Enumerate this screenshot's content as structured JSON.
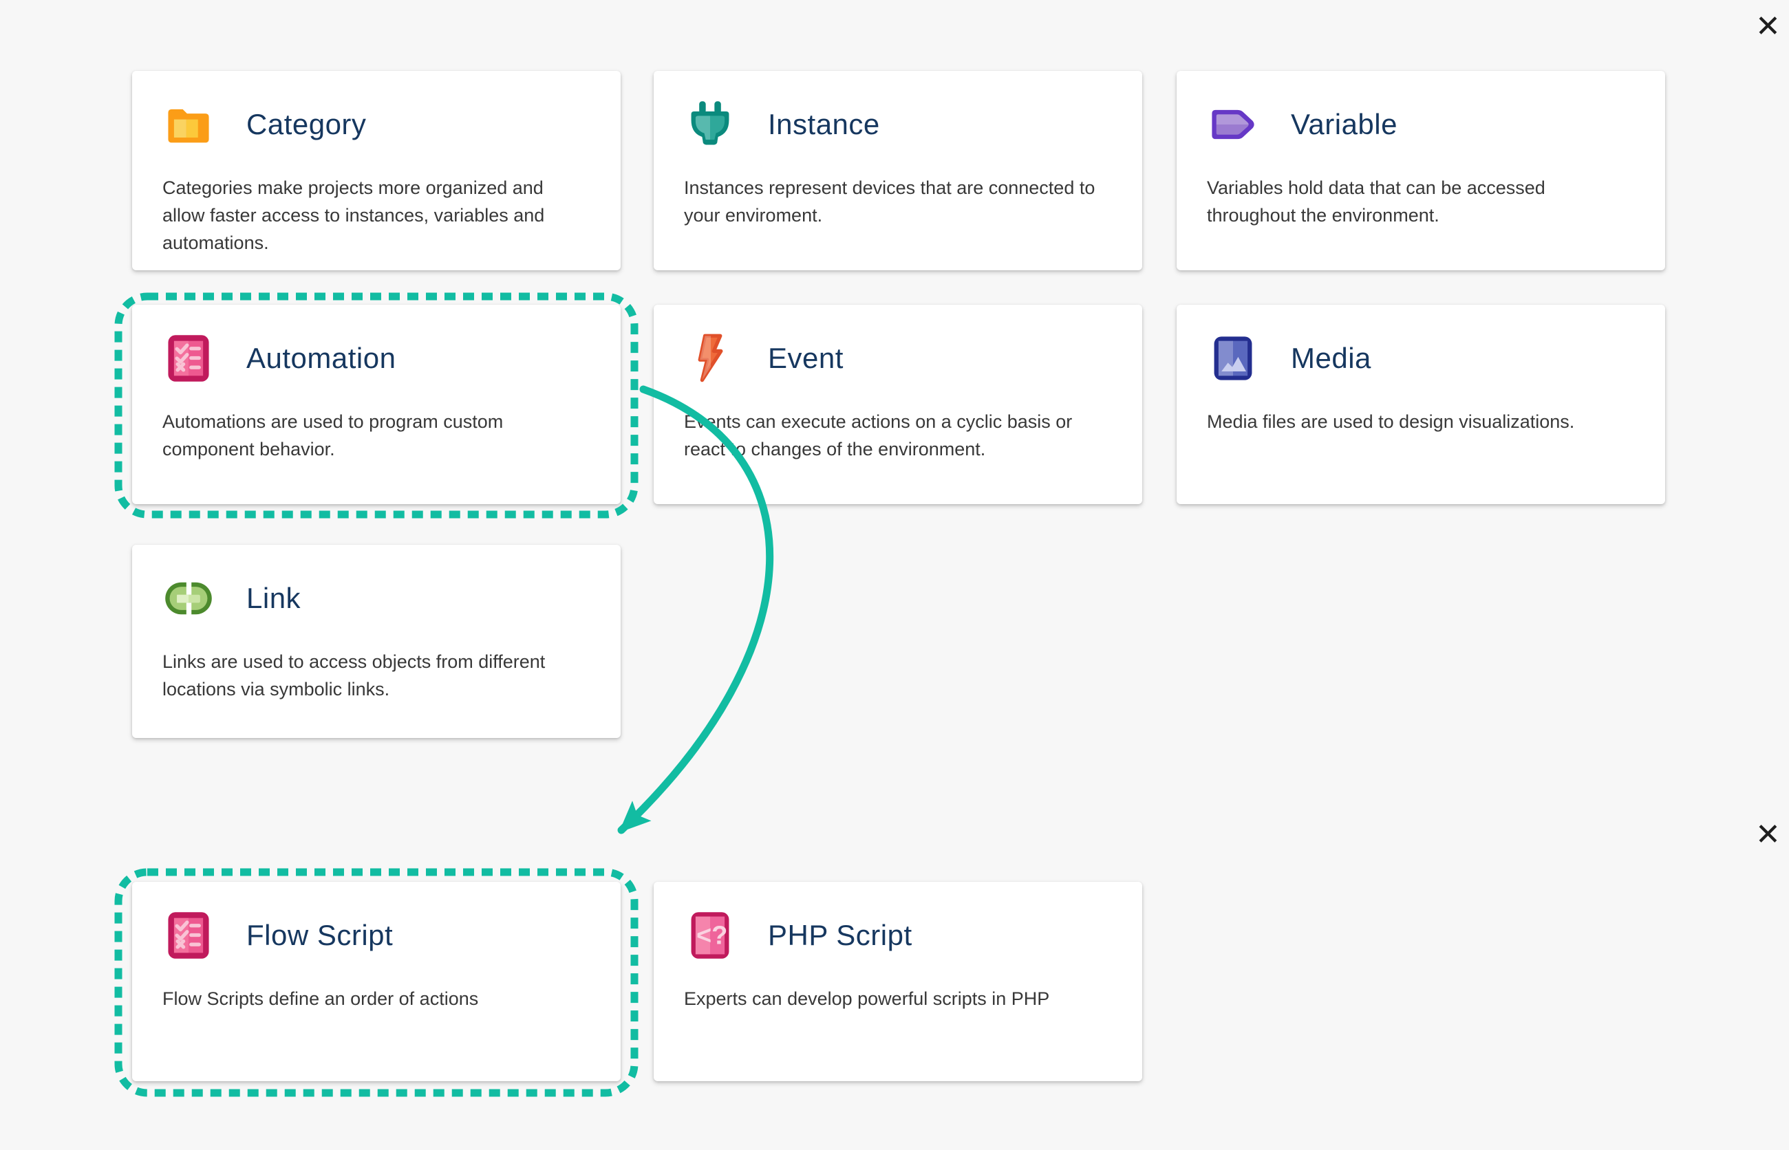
{
  "theme": {
    "accent_teal": "#12BCA2",
    "title_color": "#16375F",
    "body_text_color": "#383838",
    "page_background": "#F7F7F7",
    "card_background": "#FFFFFF"
  },
  "close_buttons": {
    "top_glyph": "✕",
    "bottom_glyph": "✕"
  },
  "annotation": {
    "type": "tutorial-highlight",
    "highlighted_cards": [
      "Automation",
      "Flow Script"
    ],
    "arrow_from": "Automation",
    "arrow_to": "Flow Script"
  },
  "cards": [
    {
      "title": "Category",
      "icon": "folder-icon",
      "icon_color": "#FB9D17",
      "description": "Categories make projects more organized and\nallow faster access to instances, variables and\nautomations."
    },
    {
      "title": "Instance",
      "icon": "plug-icon",
      "icon_color": "#0B8A7D",
      "description": "Instances represent devices that are connected to\nyour enviroment."
    },
    {
      "title": "Variable",
      "icon": "variable-tag-icon",
      "icon_color": "#6638C6",
      "description": "Variables hold data that can be accessed\nthroughout the environment."
    },
    {
      "title": "Automation",
      "icon": "checklist-icon",
      "icon_color": "#C01A5C",
      "highlighted": true,
      "description": "Automations are used to program custom\ncomponent behavior."
    },
    {
      "title": "Event",
      "icon": "lightning-icon",
      "icon_color": "#E0502A",
      "description": "Events can execute actions on a cyclic basis or\nreact to changes of the environment."
    },
    {
      "title": "Media",
      "icon": "image-icon",
      "icon_color": "#232E8F",
      "description": "Media files are used to design visualizations."
    },
    {
      "title": "Link",
      "icon": "link-icon",
      "icon_color": "#4C8A2D",
      "description": "Links are used to access objects from different\nlocations via symbolic links."
    },
    {
      "title": "Flow Script",
      "icon": "checklist-icon",
      "icon_color": "#C01A5C",
      "highlighted": true,
      "description": "Flow Scripts define an order of actions"
    },
    {
      "title": "PHP Script",
      "icon": "php-code-icon",
      "icon_color": "#C01A5C",
      "php_glyph": "<?",
      "description": "Experts can develop powerful scripts in PHP"
    }
  ]
}
